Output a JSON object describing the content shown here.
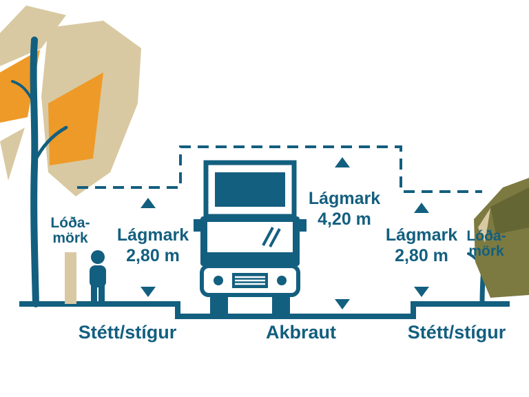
{
  "diagram": {
    "title_semantic": "street-cross-section-minimum-clearance",
    "colors": {
      "teal": "#135f7f",
      "orange": "#ee9a28",
      "beige": "#d9c9a2",
      "olive": "#7c7a41",
      "background": "#ffffff"
    },
    "labels": {
      "left_boundary": {
        "line1": "Lóða-",
        "line2": "mörk"
      },
      "right_boundary": {
        "line1": "Lóða-",
        "line2": "mörk"
      },
      "left_clearance": {
        "line1": "Lágmark",
        "line2": "2,80 m"
      },
      "center_clearance": {
        "line1": "Lágmark",
        "line2": "4,20 m"
      },
      "right_clearance": {
        "line1": "Lágmark",
        "line2": "2,80 m"
      },
      "ground_left": "Stétt/stígur",
      "ground_center": "Akbraut",
      "ground_right": "Stétt/stígur"
    },
    "measurements": {
      "sidewalk_min_clearance_m": "2,80",
      "roadway_min_clearance_m": "4,20"
    }
  }
}
